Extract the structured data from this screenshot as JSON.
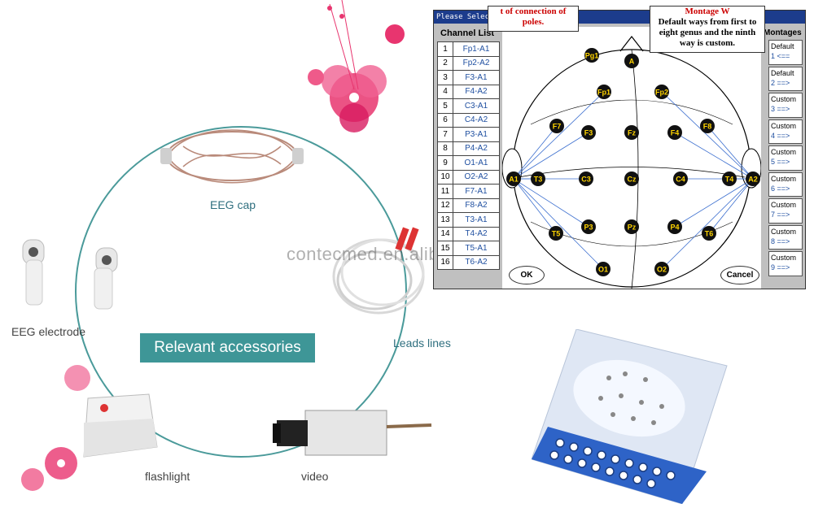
{
  "promo": {
    "center_title": "Relevant accessories",
    "accessories": [
      {
        "label": "EEG cap"
      },
      {
        "label": "Leads lines"
      },
      {
        "label": "video"
      },
      {
        "label": "flashlight"
      },
      {
        "label": "EEG electrode"
      }
    ],
    "watermark": "contecmed.en.alibaba.com",
    "accent_color": "#3e9697"
  },
  "montage_window": {
    "title": "Please Select Montage",
    "channel_list_header": "Channel List",
    "channels": [
      {
        "num": "1",
        "name": "Fp1-A1"
      },
      {
        "num": "2",
        "name": "Fp2-A2"
      },
      {
        "num": "3",
        "name": "F3-A1"
      },
      {
        "num": "4",
        "name": "F4-A2"
      },
      {
        "num": "5",
        "name": "C3-A1"
      },
      {
        "num": "6",
        "name": "C4-A2"
      },
      {
        "num": "7",
        "name": "P3-A1"
      },
      {
        "num": "8",
        "name": "P4-A2"
      },
      {
        "num": "9",
        "name": "O1-A1"
      },
      {
        "num": "10",
        "name": "O2-A2"
      },
      {
        "num": "11",
        "name": "F7-A1"
      },
      {
        "num": "12",
        "name": "F8-A2"
      },
      {
        "num": "13",
        "name": "T3-A1"
      },
      {
        "num": "14",
        "name": "T4-A2"
      },
      {
        "num": "15",
        "name": "T5-A1"
      },
      {
        "num": "16",
        "name": "T6-A2"
      }
    ],
    "electrodes": [
      "Pg1",
      "A",
      "Fp1",
      "Fp2",
      "F7",
      "F3",
      "Fz",
      "F4",
      "F8",
      "A1",
      "T3",
      "C3",
      "Cz",
      "C4",
      "T4",
      "A2",
      "T5",
      "P3",
      "Pz",
      "P4",
      "T6",
      "O1",
      "O2"
    ],
    "ok_label": "OK",
    "cancel_label": "Cancel",
    "montages_header": "Montages",
    "montages": [
      {
        "name": "Default",
        "line2": "1 <=="
      },
      {
        "name": "Default",
        "line2": "2 ==>"
      },
      {
        "name": "Custom",
        "line2": "3 ==>"
      },
      {
        "name": "Custom",
        "line2": "4 ==>"
      },
      {
        "name": "Custom",
        "line2": "5 ==>"
      },
      {
        "name": "Custom",
        "line2": "6 ==>"
      },
      {
        "name": "Custom",
        "line2": "7 ==>"
      },
      {
        "name": "Custom",
        "line2": "8 ==>"
      },
      {
        "name": "Custom",
        "line2": "9 ==>"
      }
    ],
    "callout_connection": "t of connection of poles.",
    "callout_montage_title": "Montage W",
    "callout_montage_text": "Default ways from first to eight genus and the ninth way is custom."
  }
}
